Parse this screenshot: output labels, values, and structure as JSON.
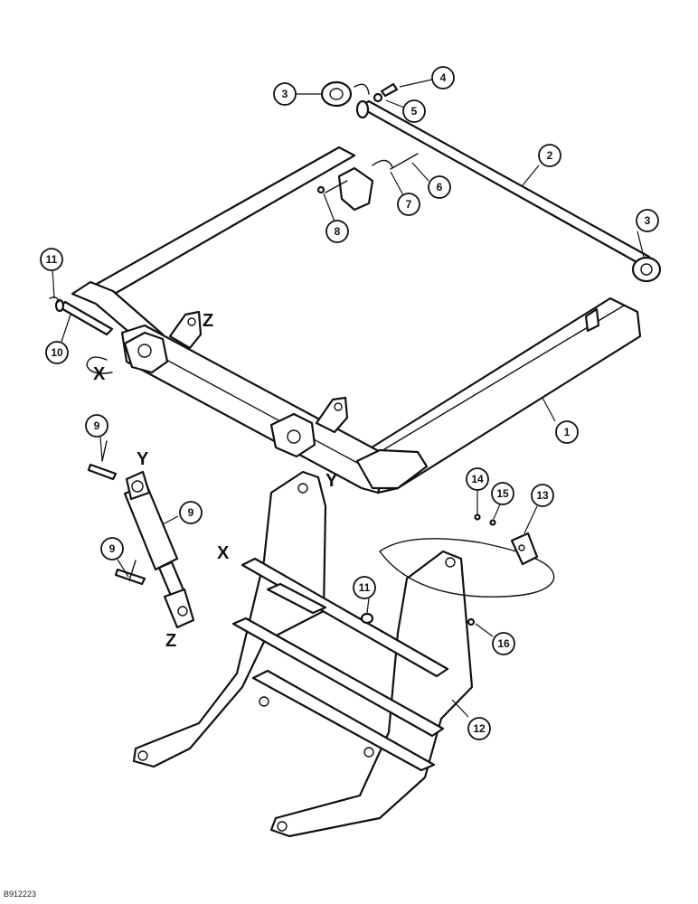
{
  "drawing_number": "B912223",
  "callouts": [
    {
      "id": "1",
      "label": "1"
    },
    {
      "id": "2",
      "label": "2"
    },
    {
      "id": "3a",
      "label": "3"
    },
    {
      "id": "3b",
      "label": "3"
    },
    {
      "id": "4",
      "label": "4"
    },
    {
      "id": "5",
      "label": "5"
    },
    {
      "id": "6",
      "label": "6"
    },
    {
      "id": "7",
      "label": "7"
    },
    {
      "id": "8",
      "label": "8"
    },
    {
      "id": "9a",
      "label": "9"
    },
    {
      "id": "9b",
      "label": "9"
    },
    {
      "id": "9c",
      "label": "9"
    },
    {
      "id": "10",
      "label": "10"
    },
    {
      "id": "11a",
      "label": "11"
    },
    {
      "id": "11b",
      "label": "11"
    },
    {
      "id": "12",
      "label": "12"
    },
    {
      "id": "13",
      "label": "13"
    },
    {
      "id": "14",
      "label": "14"
    },
    {
      "id": "15",
      "label": "15"
    },
    {
      "id": "16",
      "label": "16"
    }
  ],
  "reference_letters": [
    {
      "id": "z-frame",
      "label": "Z"
    },
    {
      "id": "x-frame",
      "label": "X"
    },
    {
      "id": "y-cylinder",
      "label": "Y"
    },
    {
      "id": "z-cylinder",
      "label": "Z"
    },
    {
      "id": "y-support",
      "label": "Y"
    },
    {
      "id": "x-support",
      "label": "X"
    }
  ]
}
